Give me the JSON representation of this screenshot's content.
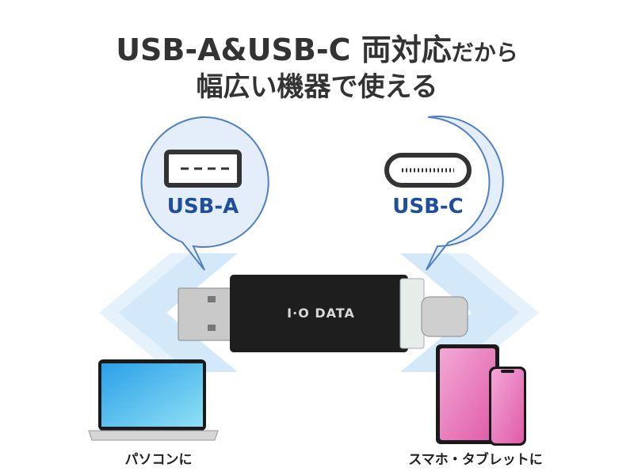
{
  "headline": {
    "line1_main": "USB-A&USB-C 両対応",
    "line1_tail": "だから",
    "line2": "幅広い機器で使える"
  },
  "bubbles": {
    "left_label": "USB-A",
    "right_label": "USB-C"
  },
  "device": {
    "brand": "I·O DATA"
  },
  "captions": {
    "left": "パソコンに",
    "right": "スマホ・タブレットに"
  },
  "colors": {
    "label_blue": "#1f4f9a",
    "bubble_fill": "#e3eefa",
    "bubble_stroke": "#4f7fc4",
    "arrow": "#cfe6f7"
  }
}
